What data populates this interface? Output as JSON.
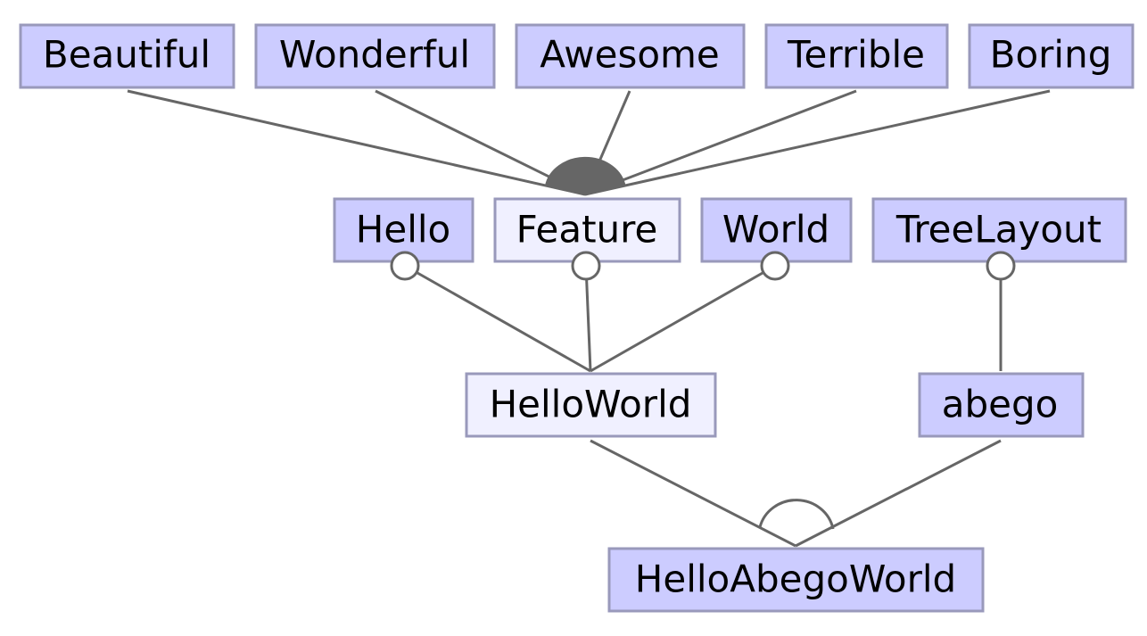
{
  "colors": {
    "node_fill": "#ccccff",
    "node_fill_light": "#f0f0ff",
    "node_stroke": "#9999bb",
    "edge": "#666666",
    "optional_marker_fill": "#ffffff"
  },
  "nodes": {
    "beautiful": "Beautiful",
    "wonderful": "Wonderful",
    "awesome": "Awesome",
    "terrible": "Terrible",
    "boring": "Boring",
    "hello": "Hello",
    "feature": "Feature",
    "world": "World",
    "treelayout": "TreeLayout",
    "helloworld": "HelloWorld",
    "abego": "abego",
    "helloabegoworld": "HelloAbegoWorld"
  }
}
